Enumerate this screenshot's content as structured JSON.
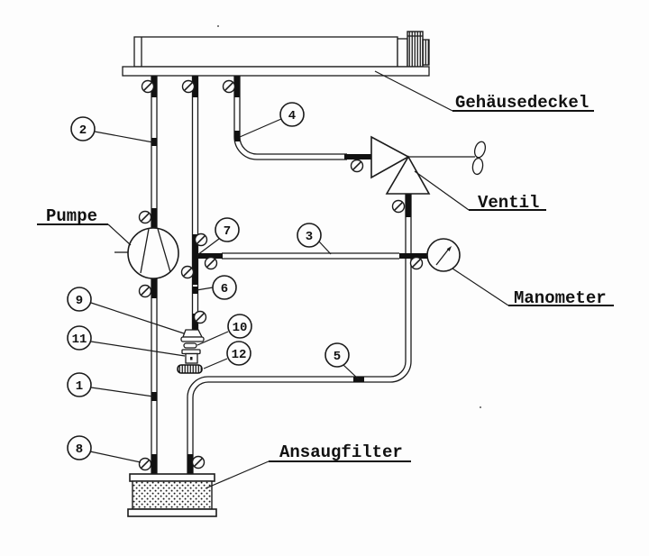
{
  "diagram": {
    "type": "technical-line-diagram",
    "labels": {
      "pump": "Pumpe",
      "housing_cover": "Gehäusedeckel",
      "valve": "Ventil",
      "manometer": "Manometer",
      "suction_filter": "Ansaugfilter"
    },
    "callouts": [
      {
        "number": "1"
      },
      {
        "number": "2"
      },
      {
        "number": "3"
      },
      {
        "number": "4"
      },
      {
        "number": "5"
      },
      {
        "number": "6"
      },
      {
        "number": "7"
      },
      {
        "number": "8"
      },
      {
        "number": "9"
      },
      {
        "number": "10"
      },
      {
        "number": "11"
      },
      {
        "number": "12"
      }
    ],
    "colors": {
      "ink": "#1b1b1b",
      "paper": "#fdfdfd"
    }
  }
}
